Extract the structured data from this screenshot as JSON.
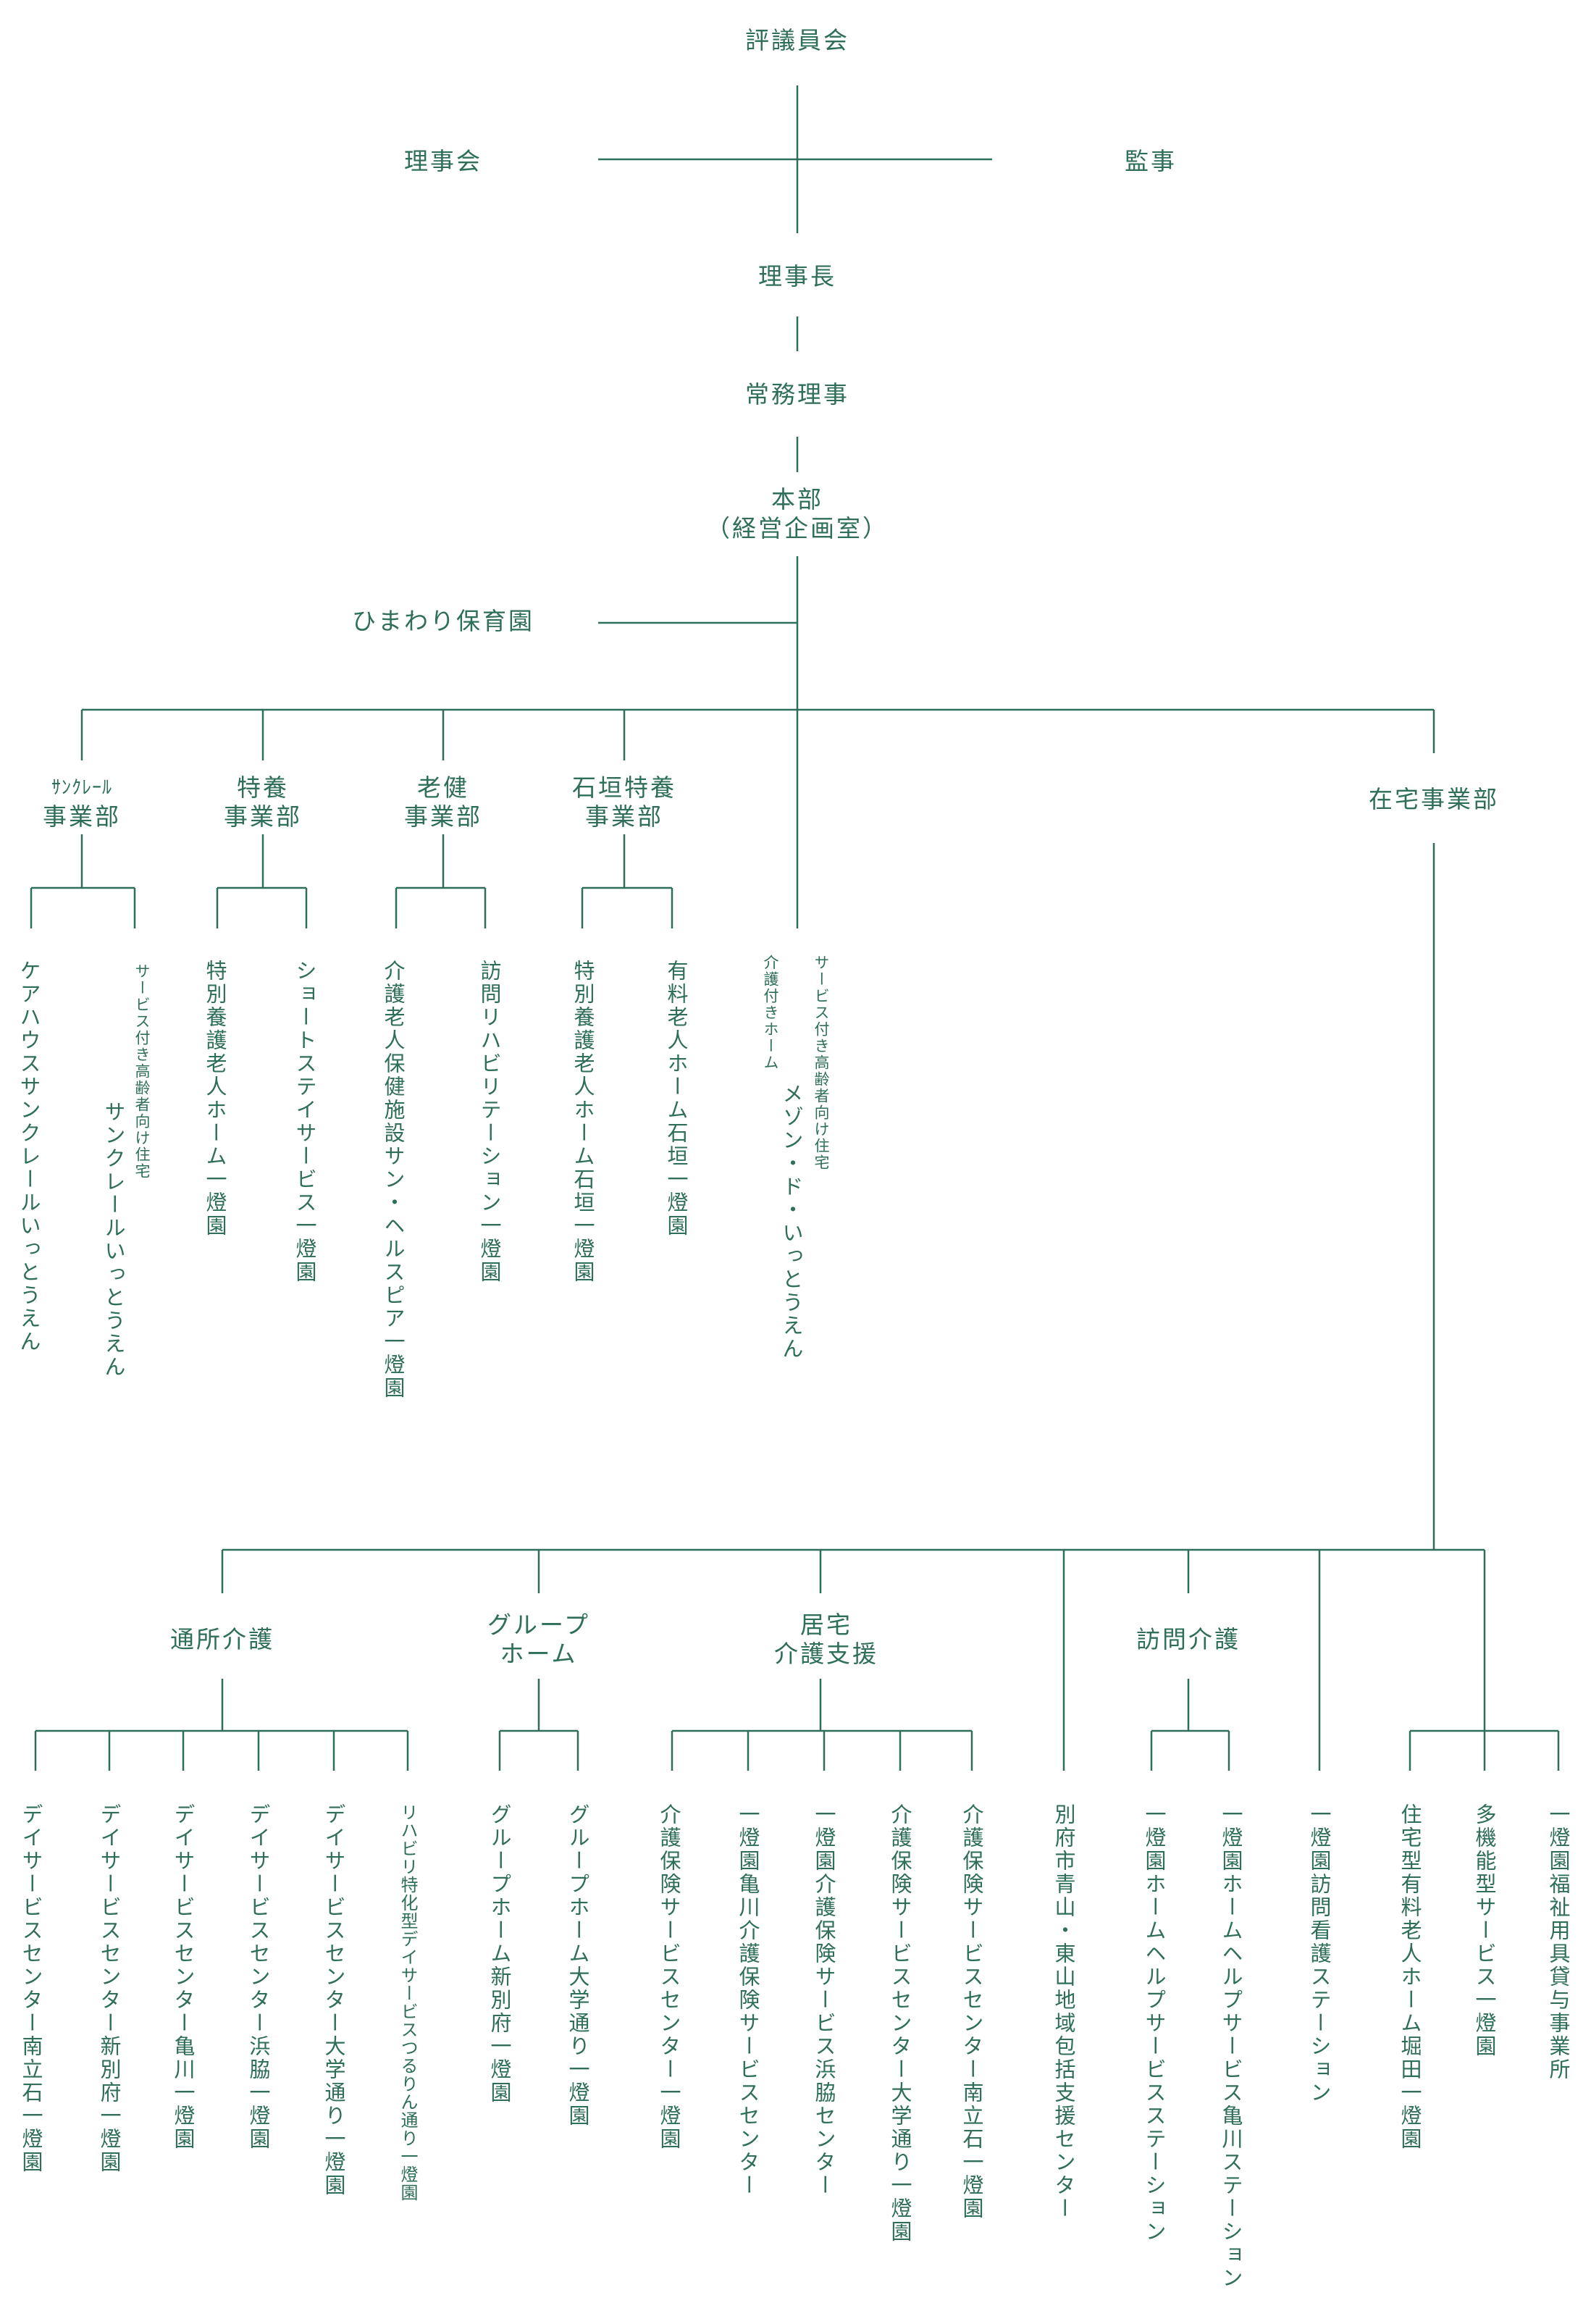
{
  "colors": {
    "line": "#2e6e5a",
    "text": "#2e6e5a",
    "background": "#ffffff"
  },
  "nodes": {
    "hyogiinkai": "評議員会",
    "rijikai": "理事会",
    "kanji": "監事",
    "rijicho": "理事長",
    "jomu_riji": "常務理事",
    "honbu": [
      "本部",
      "（経営企画室）"
    ],
    "himawari": "ひまわり保育園",
    "sunclair_dept": [
      "ｻﾝｸﾚｰﾙ",
      "事業部"
    ],
    "tokuyo_dept": [
      "特養",
      "事業部"
    ],
    "roken_dept": [
      "老健",
      "事業部"
    ],
    "ishigaki_dept": [
      "石垣特養",
      "事業部"
    ],
    "zaitaku_dept": "在宅事業部",
    "tsusho": "通所介護",
    "group_home": [
      "グループ",
      "ホーム"
    ],
    "kyotaku": [
      "居宅",
      "介護支援"
    ],
    "homon": "訪問介護"
  },
  "facilities": {
    "sunclair_carehouse": "ケアハウスサンクレールいっとうえん",
    "sunclair_sakoju_note": "サービス付き高齢者向け住宅",
    "sunclair_sakoju": "サンクレールいっとうえん",
    "tokuyo_home": "特別養護老人ホーム一燈園",
    "tokuyo_shortstay": "ショートステイサービス一燈園",
    "roken_facility": "介護老人保健施設サン・ヘルスピア一燈園",
    "roken_rehab": "訪問リハビリテーション一燈園",
    "ishigaki_tokuyo": "特別養護老人ホーム石垣一燈園",
    "ishigaki_yuryo": "有料老人ホーム石垣一燈園",
    "maison_note1": "介護付きホーム",
    "maison_note2": "サービス付き高齢者向け住宅",
    "maison": "メゾン・ド・いっとうえん",
    "tsusho_minamitateishi": "デイサービスセンター南立石一燈園",
    "tsusho_shinbeppu": "デイサービスセンター新別府一燈園",
    "tsusho_kamegawa": "デイサービスセンター亀川一燈園",
    "tsusho_hamawaki": "デイサービスセンター浜脇一燈園",
    "tsusho_daigakudori": "デイサービスセンター大学通り一燈園",
    "tsusho_tsururin": "リハビリ特化型デイサービスつるりん通り一燈園",
    "gh_shinbeppu": "グループホーム新別府一燈園",
    "gh_daigakudori": "グループホーム大学通り一燈園",
    "kyotaku_ittoen": "介護保険サービスセンター一燈園",
    "kyotaku_kamegawa": "一燈園亀川介護保険サービスセンター",
    "kyotaku_hamawaki": "一燈園介護保険サービス浜脇センター",
    "kyotaku_daigakudori": "介護保険サービスセンター大学通り一燈園",
    "kyotaku_minamitateishi": "介護保険サービスセンター南立石一燈園",
    "aoyama_center": "別府市青山・東山地域包括支援センター",
    "homon_station": "一燈園ホームヘルプサービスステーション",
    "homon_kamegawa": "一燈園ホームヘルプサービス亀川ステーション",
    "homon_kango": "一燈園訪問看護ステーション",
    "horita_home": "住宅型有料老人ホーム堀田一燈園",
    "takino_service": "多機能型サービス一燈園",
    "fukushi_yogu": "一燈園福祉用具貸与事業所"
  }
}
